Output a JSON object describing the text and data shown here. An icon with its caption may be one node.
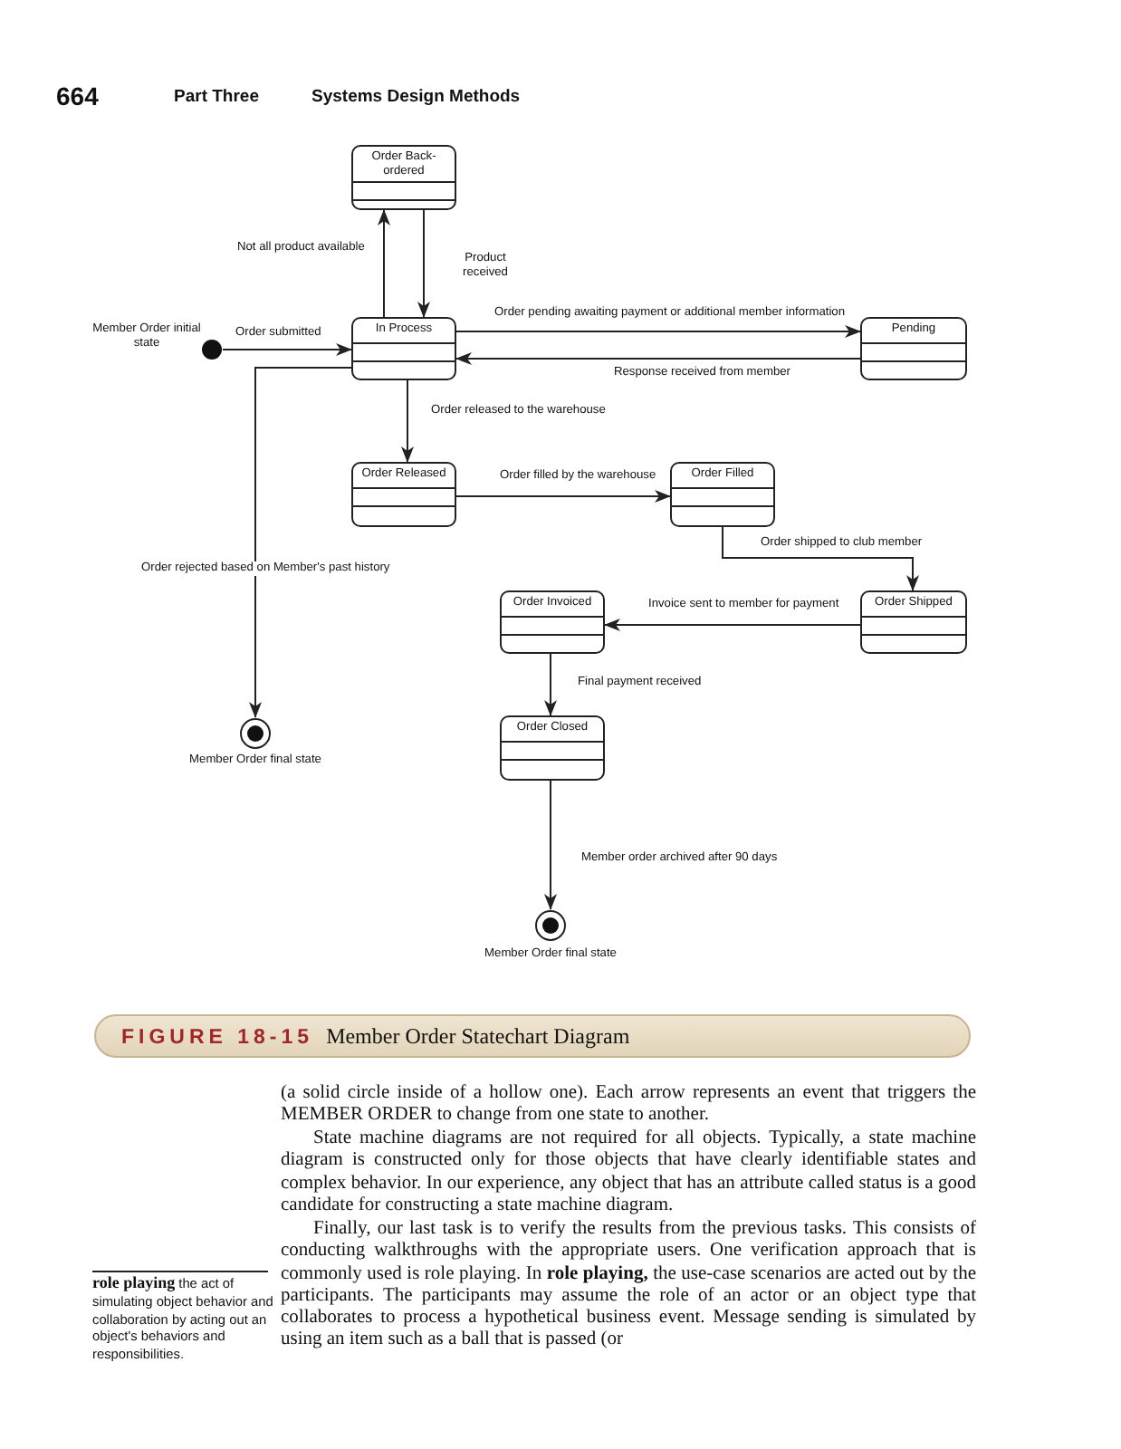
{
  "diagram": {
    "caption": "**FIGURE 18-15** Member Order Statechart Diagram",
    "nodes": [
      {
        "text": [
          "Order Back-ordered"
        ]
      },
      {
        "text": [],
        "shape": "circle",
        "beside": [
          "Member Order initial state"
        ]
      },
      {
        "text": [
          "In Process"
        ]
      },
      {
        "text": [
          "Pending"
        ]
      },
      {
        "text": [
          "Order Released"
        ]
      },
      {
        "text": [
          "Order Filled"
        ]
      },
      {
        "text": [
          "Order Shipped"
        ]
      },
      {
        "text": [
          "Order Invoiced"
        ]
      },
      {
        "text": [
          "Order Closed"
        ]
      },
      {
        "text": [],
        "shape": "circle",
        "beside": [
          "Member Order final state"
        ]
      },
      {
        "text": [],
        "shape": "circle",
        "beside": [
          "Member Order final state"
        ]
      }
    ],
    "edges": [
      {
        "from": 1,
        "to": 2,
        "arrow": "to",
        "label": "Order submitted"
      },
      {
        "from": 2,
        "to": 0,
        "arrow": "to",
        "label": "Not all product available"
      },
      {
        "from": 0,
        "to": 2,
        "arrow": "to",
        "label": "Product received"
      },
      {
        "from": 2,
        "to": 3,
        "arrow": "to",
        "label": "Order pending awaiting payment or additional member information"
      },
      {
        "from": 3,
        "to": 2,
        "arrow": "to",
        "label": "Response received from member"
      },
      {
        "from": 2,
        "to": 4,
        "arrow": "to",
        "label": "Order released to the warehouse"
      },
      {
        "from": 2,
        "to": 9,
        "arrow": "to",
        "label": "Order rejected based on Member's past history"
      },
      {
        "from": 4,
        "to": 5,
        "arrow": "to",
        "label": "Order filled by the warehouse"
      },
      {
        "from": 5,
        "to": 6,
        "arrow": "to",
        "label": "Order shipped to club member"
      },
      {
        "from": 6,
        "to": 7,
        "arrow": "to",
        "label": "Invoice sent to member for payment"
      },
      {
        "from": 7,
        "to": 8,
        "arrow": "to",
        "label": "Final payment received"
      },
      {
        "from": 8,
        "to": 10,
        "arrow": "to",
        "label": "Member order archived after 90 days"
      }
    ],
    "labels": [
      "664",
      "Part Three",
      "Systems Design Methods",
      "(a solid circle inside of a hollow one). Each arrow represents an event that triggers the MEMBER ORDER to change from one state to another.",
      "State machine diagrams are not required for all objects. Typically, a state machine diagram is constructed only for those objects that have clearly identifiable states and complex behavior. In our experience, any object that has an attribute called status is a good candidate for constructing a state machine diagram.",
      "**role playing** the act of simulating object behavior and collaboration by acting out an object's behaviors and responsibilities.",
      "Finally, our last task is to verify the results from the previous tasks. This consists of conducting walkthroughs with the appropriate users. One verification approach that is commonly used is role playing. In **role playing,** the use-case scenarios are acted out by the participants. The participants may assume the role of an actor or an object type that collaborates to process a hypothetical business event. Message sending is simulated by using an item such as a ball that is passed (or"
    ]
  }
}
